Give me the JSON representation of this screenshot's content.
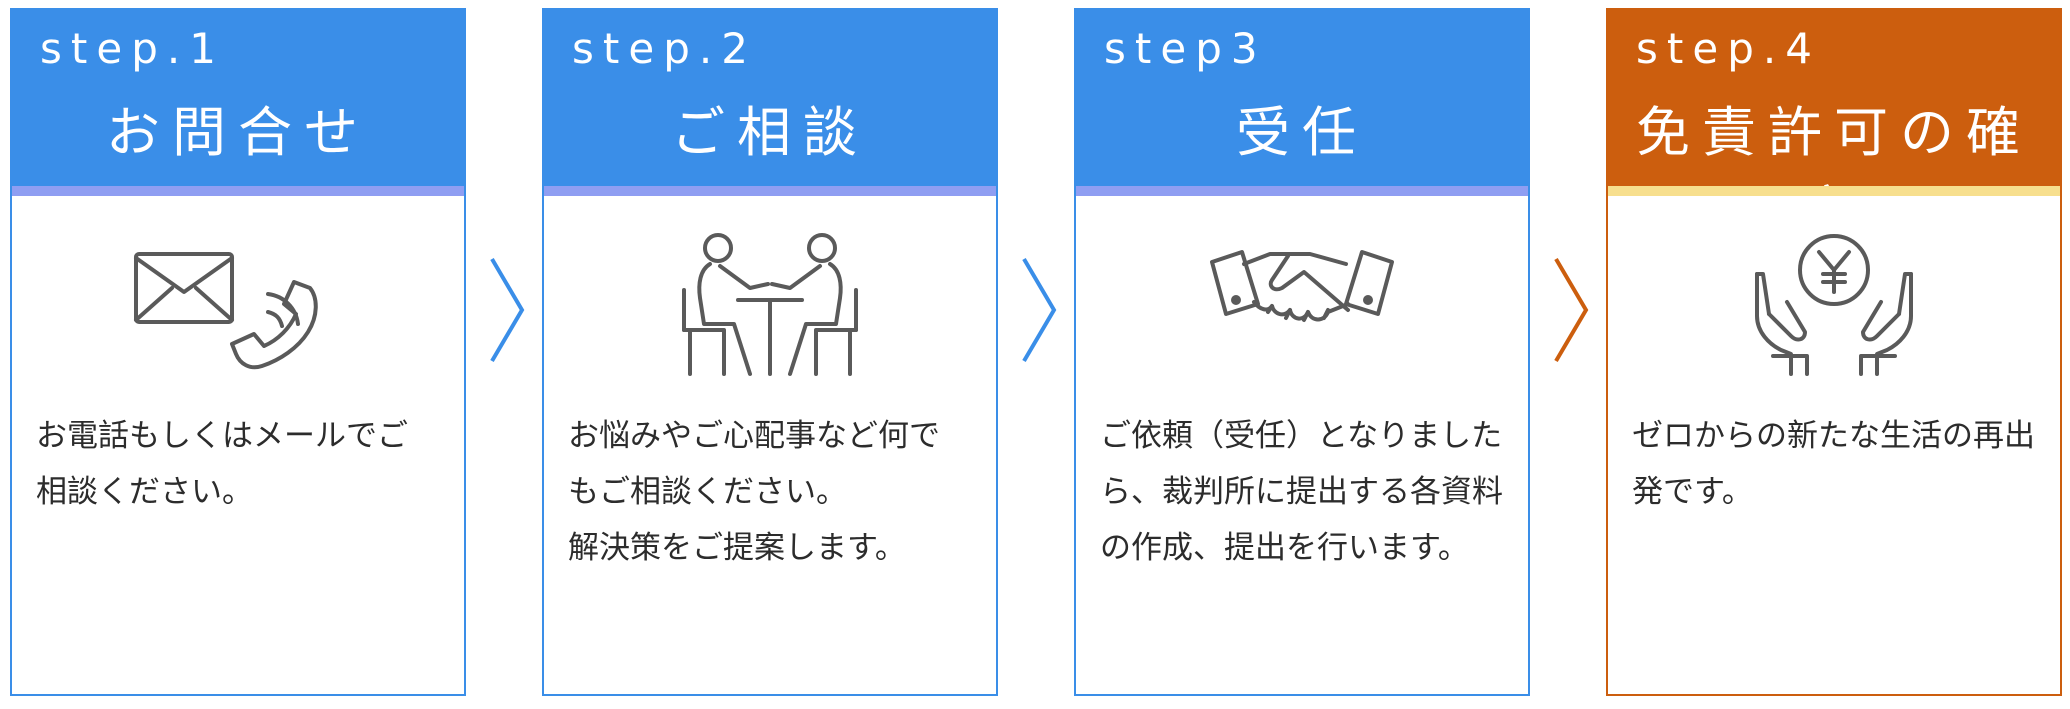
{
  "colors": {
    "primary": "#3a8ee8",
    "accent_bar": "#8f9ef2",
    "final": "#cc5e0e",
    "final_bar": "#f7df8e",
    "icon_stroke": "#5a5a5a",
    "text": "#2c2c2c"
  },
  "steps": [
    {
      "step_label": "step.1",
      "title": "お問合せ",
      "icon": "mail-phone-icon",
      "description": [
        "お電話もしくはメールでご",
        "相談ください。"
      ]
    },
    {
      "step_label": "step.2",
      "title": "ご相談",
      "icon": "consultation-icon",
      "description": [
        "お悩みやご心配事など何で",
        "もご相談ください。",
        "解決策をご提案します。"
      ]
    },
    {
      "step_label": "step3",
      "title": "受任",
      "icon": "handshake-icon",
      "description": [
        "ご依頼（受任）となりました",
        "ら、裁判所に提出する各資料",
        "の作成、提出を行います。"
      ]
    },
    {
      "step_label": "step.4",
      "title": "免責許可の確定",
      "icon": "yen-hands-icon",
      "description": [
        "ゼロからの新たな生活の再出",
        "発です。"
      ]
    }
  ],
  "arrows": [
    "chevron-right-icon",
    "chevron-right-icon",
    "chevron-right-icon"
  ]
}
